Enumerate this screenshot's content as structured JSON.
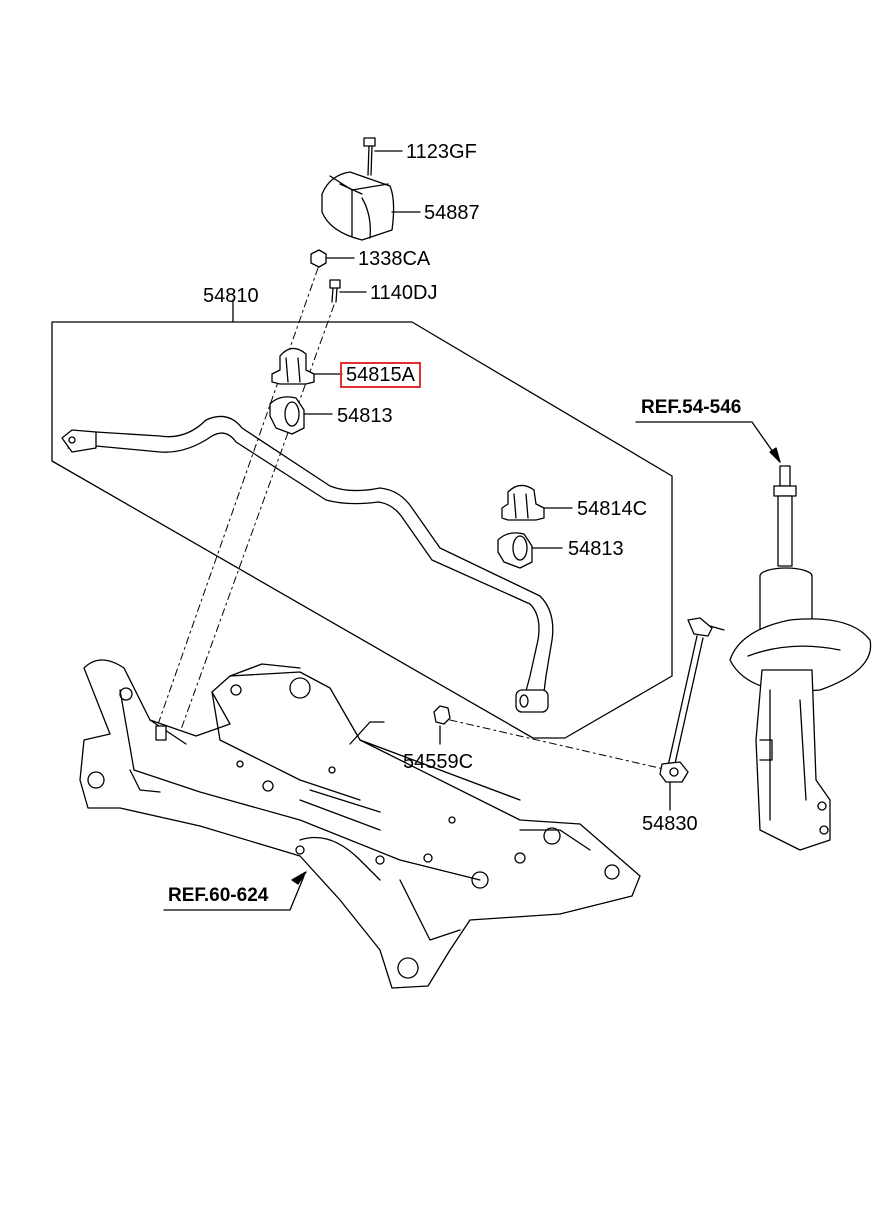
{
  "colors": {
    "line": "#000000",
    "highlight": "#e23030",
    "fill": "#ffffff"
  },
  "labels": {
    "p_1123GF": "1123GF",
    "p_54887": "54887",
    "p_1338CA": "1338CA",
    "p_54810": "54810",
    "p_1140DJ": "1140DJ",
    "p_54815A": "54815A",
    "p_54813_a": "54813",
    "p_54814C": "54814C",
    "p_54813_b": "54813",
    "p_54559C": "54559C",
    "p_54830": "54830",
    "ref_strut": "REF.54-546",
    "ref_subframe": "REF.60-624"
  },
  "highlighted_part": "54815A"
}
